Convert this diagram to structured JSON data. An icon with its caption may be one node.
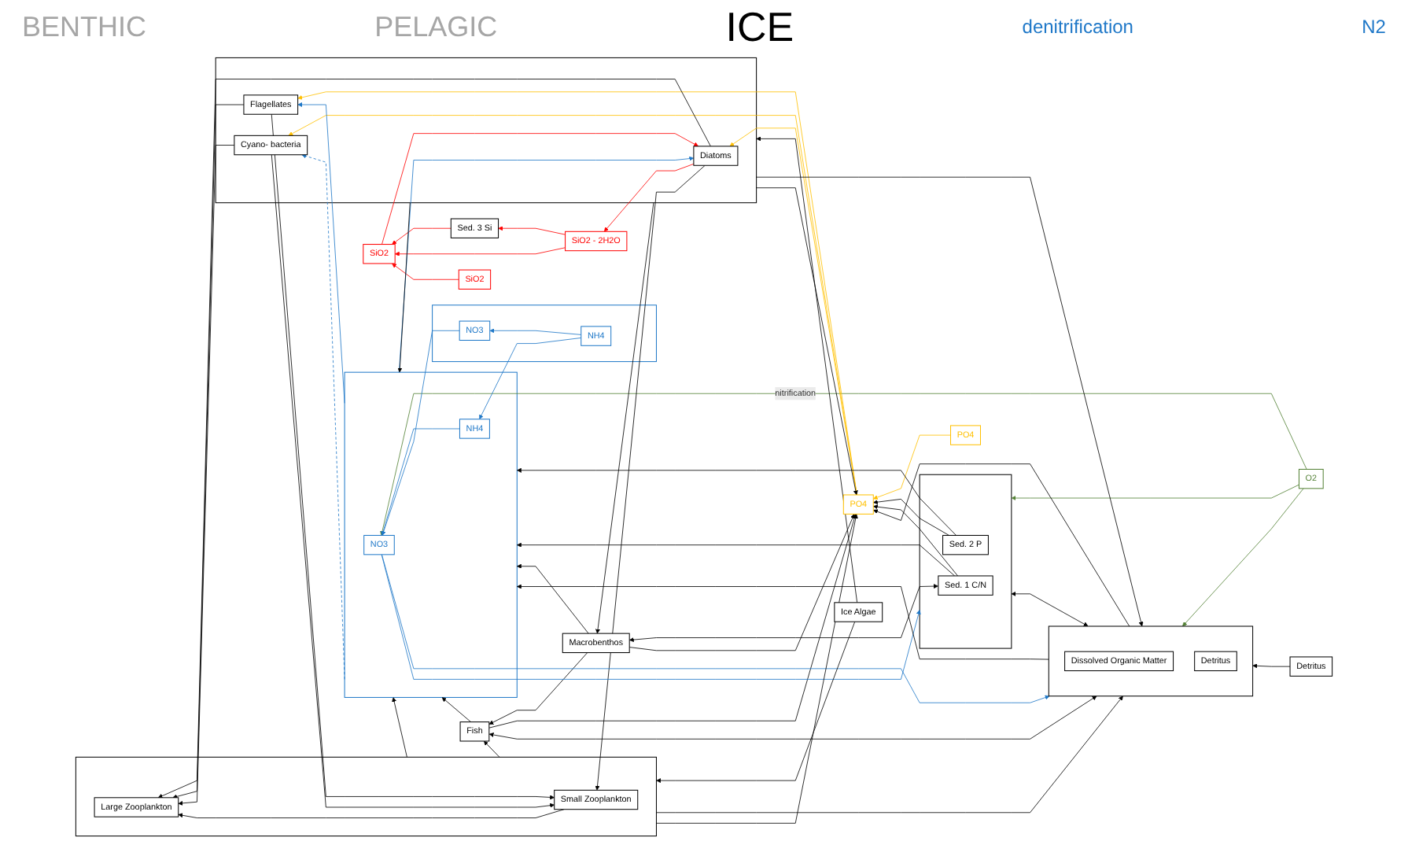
{
  "diagram": {
    "nodes": [
      {
        "text": [
          "Sed. 3 Si"
        ]
      },
      {
        "text": [],
        "shape": "box"
      },
      {
        "text": [
          "Sed. 2 P"
        ],
        "in": 1
      },
      {
        "text": [
          "Sed. 1 C/N"
        ],
        "in": 1
      },
      {
        "text": [
          "Macrobenthos"
        ]
      },
      {
        "text": [],
        "shape": "box"
      },
      {
        "text": [
          "Dissolved Organic Matter"
        ],
        "in": 5
      },
      {
        "text": [
          "Detritus"
        ],
        "in": 5
      },
      {
        "text": [],
        "shape": "box"
      },
      {
        "text": [
          "Small Zooplankton"
        ],
        "in": 8
      },
      {
        "text": [
          "Large Zooplankton"
        ],
        "in": 8
      },
      {
        "text": [
          "Fish"
        ]
      },
      {
        "text": [],
        "shape": "box"
      },
      {
        "text": [
          "Diatoms"
        ],
        "in": 12
      },
      {
        "text": [
          "Flagellates"
        ],
        "in": 12
      },
      {
        "text": [
          "Cyano- bacteria"
        ],
        "in": 12
      },
      {
        "text": [
          "SiO2 - 2H2O"
        ]
      },
      {
        "text": [
          "O2"
        ]
      },
      {
        "text": [],
        "shape": "box"
      },
      {
        "text": [
          "NO3"
        ],
        "in": 18
      },
      {
        "text": [
          "NH4"
        ],
        "in": 18
      },
      {
        "text": [
          "SiO2"
        ]
      },
      {
        "text": [
          "PO4"
        ]
      },
      {
        "text": [
          "Detritus"
        ]
      },
      {
        "text": [],
        "shape": "box"
      },
      {
        "text": [
          "NO3"
        ],
        "in": 24
      },
      {
        "text": [
          "NH4"
        ],
        "in": 24
      },
      {
        "text": [
          "SiO2"
        ]
      },
      {
        "text": [
          "PO4"
        ]
      },
      {
        "text": [
          "Ice Algae"
        ]
      }
    ],
    "edges": [
      {
        "from": 0,
        "to": 21,
        "arrow": "to",
        "color": "#ff0000"
      },
      {
        "from": 16,
        "to": 0,
        "arrow": "to",
        "color": "#ff0000"
      },
      {
        "from": 16,
        "to": 21,
        "arrow": "to",
        "color": "#ff0000"
      },
      {
        "from": 13,
        "to": 16,
        "arrow": "to",
        "color": "#ff0000"
      },
      {
        "from": 21,
        "to": 13,
        "arrow": "to",
        "color": "#ff0000"
      },
      {
        "from": 27,
        "to": 21,
        "arrow": "to",
        "color": "#ff0000"
      },
      {
        "from": 17,
        "to": 5,
        "arrow": "to",
        "color": "#538135"
      },
      {
        "from": 17,
        "to": 1,
        "arrow": "to",
        "color": "#538135"
      },
      {
        "from": 17,
        "to": 19,
        "arrow": "to",
        "label": "nitrification",
        "color": "#538135"
      },
      {
        "from": 19,
        "to": 5,
        "arrow": "to",
        "color": "#1f78c8"
      },
      {
        "from": 19,
        "to": 1,
        "arrow": "to",
        "color": "#1f78c8"
      },
      {
        "from": 20,
        "to": 19,
        "arrow": "to",
        "color": "#1f78c8"
      },
      {
        "from": 25,
        "to": 19,
        "arrow": "to",
        "color": "#1f78c8"
      },
      {
        "from": 26,
        "to": 20,
        "arrow": "to",
        "color": "#1f78c8"
      },
      {
        "from": 26,
        "to": 25,
        "arrow": "to",
        "color": "#1f78c8"
      },
      {
        "from": 18,
        "to": 13,
        "arrow": "to",
        "color": "#1f78c8"
      },
      {
        "from": 18,
        "to": 14,
        "arrow": "to",
        "color": "#1f78c8"
      },
      {
        "from": 18,
        "to": 15,
        "arrow": "to",
        "style": "dashed",
        "color": "#1f78c8"
      },
      {
        "from": 22,
        "to": 13,
        "arrow": "to",
        "color": "#ffc000"
      },
      {
        "from": 22,
        "to": 14,
        "arrow": "to",
        "color": "#ffc000"
      },
      {
        "from": 22,
        "to": 15,
        "arrow": "to",
        "color": "#ffc000"
      },
      {
        "from": 28,
        "to": 22,
        "arrow": "to",
        "color": "#ffc000"
      },
      {
        "from": 23,
        "to": 5,
        "arrow": "to"
      },
      {
        "from": 12,
        "to": 5,
        "arrow": "to"
      },
      {
        "from": 8,
        "to": 5,
        "arrow": "to"
      },
      {
        "from": 13,
        "to": 9,
        "arrow": "to"
      },
      {
        "from": 13,
        "to": 10,
        "arrow": "to"
      },
      {
        "from": 14,
        "to": 9,
        "arrow": "to"
      },
      {
        "from": 14,
        "to": 10,
        "arrow": "to"
      },
      {
        "from": 15,
        "to": 9,
        "arrow": "to"
      },
      {
        "from": 15,
        "to": 10,
        "arrow": "to"
      },
      {
        "from": 9,
        "to": 10,
        "arrow": "to"
      },
      {
        "from": 8,
        "to": 11,
        "arrow": "to"
      },
      {
        "from": 5,
        "to": 1,
        "arrow": "both"
      },
      {
        "from": 11,
        "to": 5,
        "arrow": "both"
      },
      {
        "from": 3,
        "to": 4,
        "arrow": "both"
      },
      {
        "from": 12,
        "to": 4,
        "arrow": "to"
      },
      {
        "from": 4,
        "to": 11,
        "arrow": "to"
      },
      {
        "from": 29,
        "to": 12,
        "arrow": "to"
      },
      {
        "from": 29,
        "to": 8,
        "arrow": "to"
      },
      {
        "from": 2,
        "to": 18,
        "arrow": "to"
      },
      {
        "from": 3,
        "to": 18,
        "arrow": "to"
      },
      {
        "from": 4,
        "to": 18,
        "arrow": "to"
      },
      {
        "from": 5,
        "to": 18,
        "arrow": "to"
      },
      {
        "from": 11,
        "to": 18,
        "arrow": "to"
      },
      {
        "from": 8,
        "to": 18,
        "arrow": "to"
      },
      {
        "from": 12,
        "to": 18,
        "arrow": "to"
      },
      {
        "from": 2,
        "to": 22,
        "arrow": "to"
      },
      {
        "from": 3,
        "to": 22,
        "arrow": "to"
      },
      {
        "from": 4,
        "to": 22,
        "arrow": "to"
      },
      {
        "from": 5,
        "to": 22,
        "arrow": "to"
      },
      {
        "from": 11,
        "to": 22,
        "arrow": "to"
      },
      {
        "from": 8,
        "to": 22,
        "arrow": "to"
      },
      {
        "from": 12,
        "to": 22,
        "arrow": "to"
      }
    ],
    "labels": [
      "BENTHIC",
      "PELAGIC",
      "ICE",
      "denitrification",
      "N2"
    ]
  }
}
